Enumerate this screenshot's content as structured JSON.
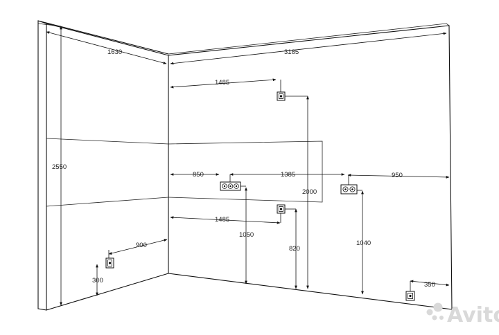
{
  "dimensions": {
    "left_wall_width": "1630",
    "right_wall_width": "3185",
    "wall_height": "2550",
    "outlet_top_offset": "1485",
    "outlet_top_height": "2000",
    "outlet_triple_offset": "850",
    "outlet_spacing": "1385",
    "outlet_right_offset": "950",
    "outlet_mid_offset": "1485",
    "outlet_triple_height": "1050",
    "outlet_mid_height": "820",
    "outlet_right_height": "1040",
    "left_outlet_offset": "900",
    "left_outlet_height": "300",
    "floor_outlet_offset": "350"
  },
  "watermark": {
    "text": "Avito"
  }
}
